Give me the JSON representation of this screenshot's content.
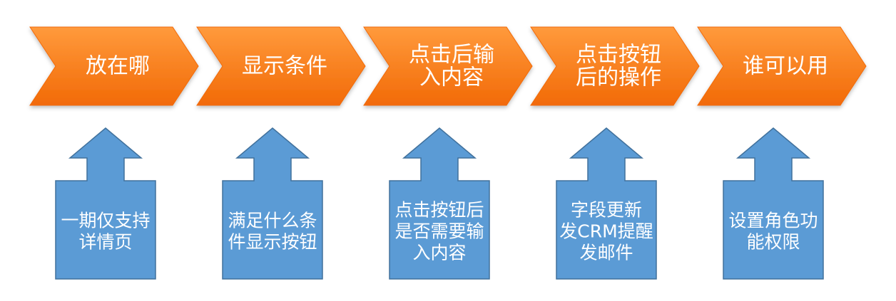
{
  "colors": {
    "chevron_light": "#ff9a3c",
    "chevron_dark": "#f26a07",
    "callout_fill": "#5b9bd5",
    "callout_stroke": "#41719c",
    "text": "#ffffff"
  },
  "steps": [
    {
      "title_lines": [
        "放在哪"
      ],
      "note_lines": [
        "一期仅支持",
        "详情页"
      ]
    },
    {
      "title_lines": [
        "显示条件"
      ],
      "note_lines": [
        "满足什么条",
        "件显示按钮"
      ]
    },
    {
      "title_lines": [
        "点击后输",
        "入内容"
      ],
      "note_lines": [
        "点击按钮后",
        "是否需要输",
        "入内容"
      ]
    },
    {
      "title_lines": [
        "点击按钮",
        "后的操作"
      ],
      "note_lines": [
        "字段更新",
        "发CRM提醒",
        "发邮件"
      ]
    },
    {
      "title_lines": [
        "谁可以用"
      ],
      "note_lines": [
        "设置角色功",
        "能权限"
      ]
    }
  ]
}
